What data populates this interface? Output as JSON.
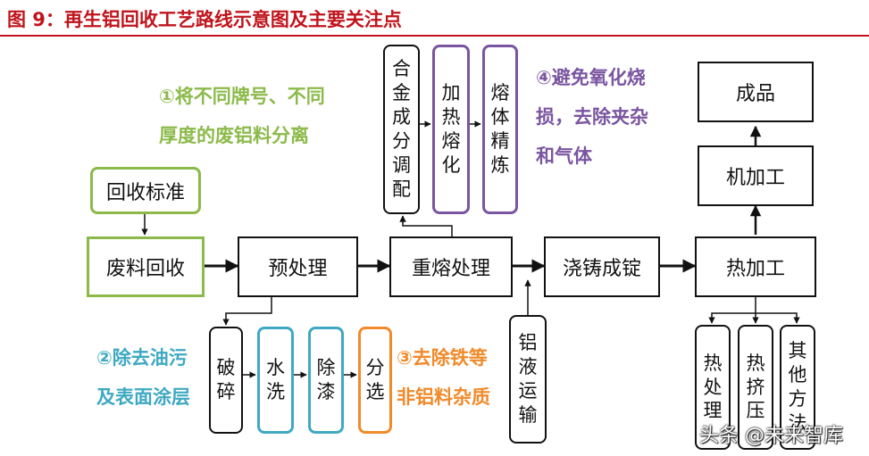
{
  "title": "图 9：再生铝回收工艺路线示意图及主要关注点",
  "main_flow": [
    "废料回收",
    "预处理",
    "重熔处理",
    "浇铸成锭",
    "热加工"
  ],
  "standard": "回收标准",
  "pretreat_steps": [
    "破\n碎",
    "水\n洗",
    "除\n漆",
    "分\n选"
  ],
  "remelt_steps": [
    "合\n金\n成\n分\n调\n配",
    "加\n热\n熔\n化",
    "熔\n体\n精\n炼"
  ],
  "liquid": "铝\n液\n运\n输",
  "upper_steps": [
    "机加工",
    "成品"
  ],
  "hot_steps": [
    "热\n处\n理",
    "热\n挤\n压",
    "其\n他\n方\n法"
  ],
  "notes": {
    "n1": "①将不同牌号、不同\n厚度的废铝料分离",
    "n2": "②除去油污\n及表面涂层",
    "n3": "③去除铁等\n非铝料杂质",
    "n4": "④避免氧化烧\n损，去除夹杂\n和气体"
  },
  "watermark": "头条 @未来智库",
  "colors": {
    "title": "#c0141c",
    "green": "#8cba4a",
    "purple": "#7a55a0",
    "teal": "#3fa9c1",
    "orange": "#f08a2a"
  }
}
